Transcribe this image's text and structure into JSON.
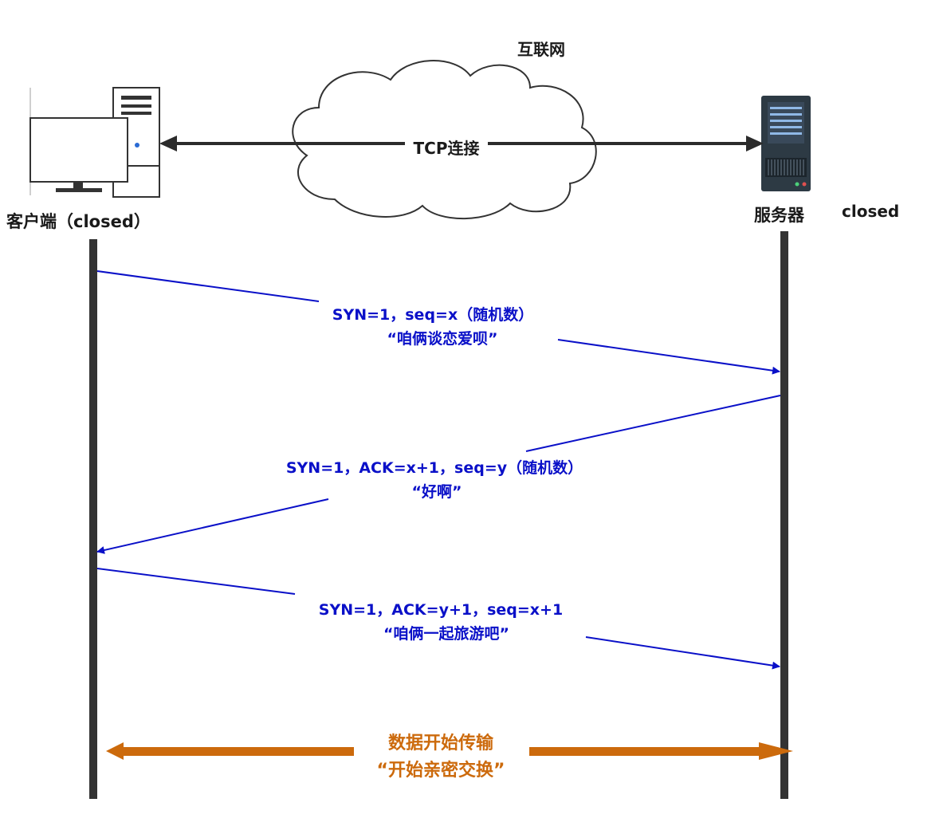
{
  "network": {
    "title": "互联网",
    "connection_label": "TCP连接"
  },
  "client": {
    "label": "客户端（closed）"
  },
  "server": {
    "label": "服务器",
    "state": "closed"
  },
  "handshake": [
    {
      "line1": "SYN=1，seq=x（随机数）",
      "line2": "“咱俩谈恋爱呗”"
    },
    {
      "line1": "SYN=1，ACK=x+1，seq=y（随机数）",
      "line2": "“好啊”"
    },
    {
      "line1": "SYN=1，ACK=y+1，seq=x+1",
      "line2": "“咱俩一起旅游吧”"
    }
  ],
  "transfer": {
    "line1": "数据开始传输",
    "line2": "“开始亲密交换”"
  },
  "colors": {
    "handshake": "#0a10c8",
    "transfer": "#cc6a0c",
    "lifeline": "#333333"
  }
}
